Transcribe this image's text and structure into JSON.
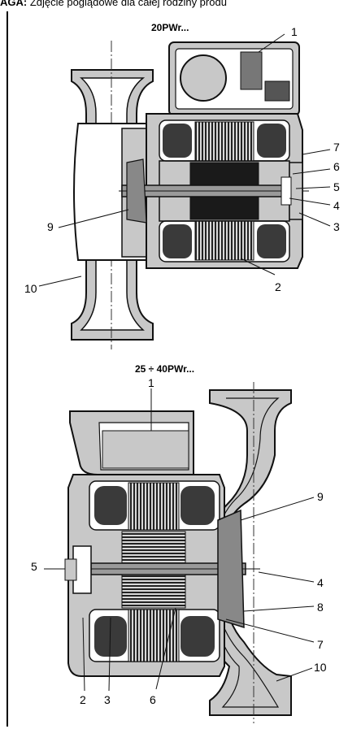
{
  "caption": {
    "bold": "AGA:",
    "text": " Zdjęcie poglądowe dla całej rodziny produ"
  },
  "top_title": "20PWr...",
  "bottom_title": "25 ÷ 40PWr...",
  "top_labels": [
    "1",
    "2",
    "3",
    "4",
    "5",
    "6",
    "7",
    "9",
    "10"
  ],
  "bottom_labels": [
    "1",
    "2",
    "3",
    "4",
    "5",
    "6",
    "7",
    "8",
    "9",
    "10"
  ],
  "colors": {
    "casing": "#c8c8c8",
    "stroke": "#111111",
    "winding": "#3a3a3a",
    "shaft": "#9a9a9a"
  }
}
